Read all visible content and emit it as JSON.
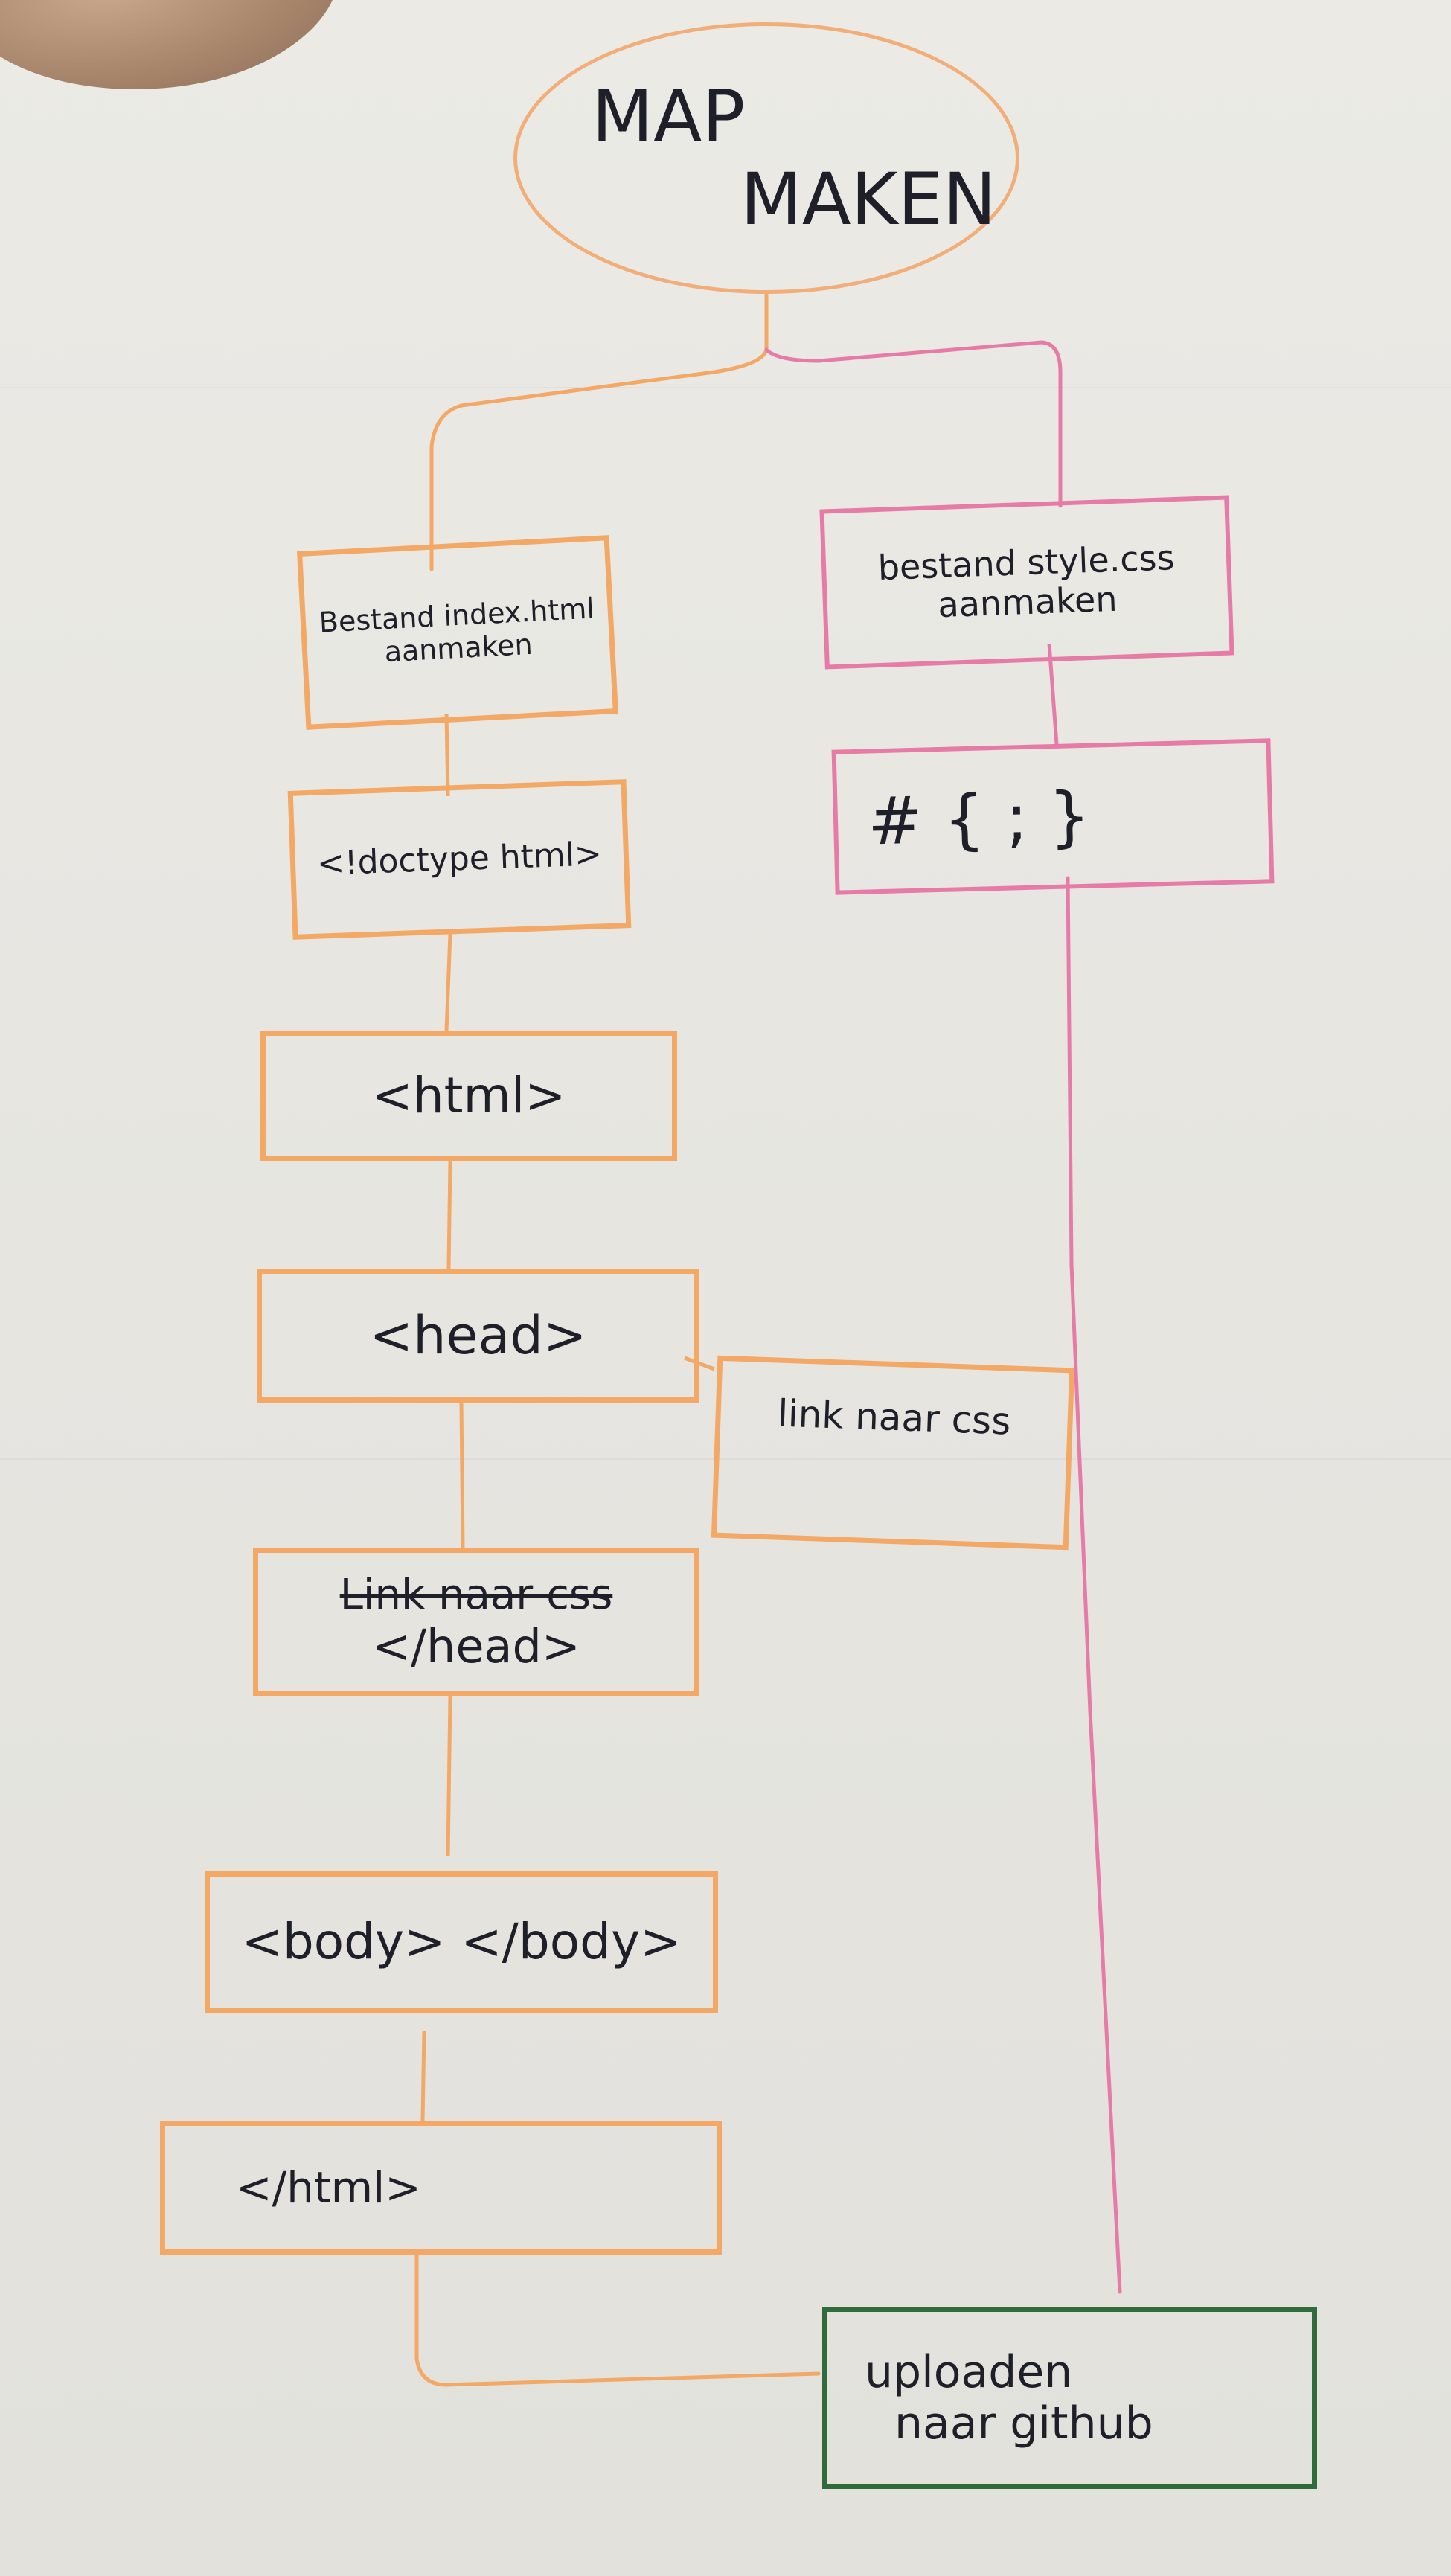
{
  "flowchart": {
    "start": {
      "line1": "MAP",
      "line2": "MAKEN"
    },
    "left_branch": {
      "create_index": {
        "line1": "Bestand index.html",
        "line2": "aanmaken"
      },
      "doctype": "<!doctype html>",
      "html_open": "<html>",
      "head_open": "<head>",
      "head_close": {
        "struck": "Link naar css",
        "line": "</head>"
      },
      "body": "<body> </body>",
      "html_close": "</html>"
    },
    "right_branch": {
      "create_css": {
        "line1": "bestand style.css",
        "line2": "aanmaken"
      },
      "css_syntax": "# { ; }"
    },
    "side_note": "link naar css",
    "end": {
      "line1": "uploaden",
      "line2": "naar github"
    }
  },
  "colors": {
    "left_branch": "#f3a865",
    "right_branch": "#e77ba8",
    "end_node": "#2f6b3b",
    "ink": "#1f1f2a",
    "paper": "#e9e8e3"
  }
}
